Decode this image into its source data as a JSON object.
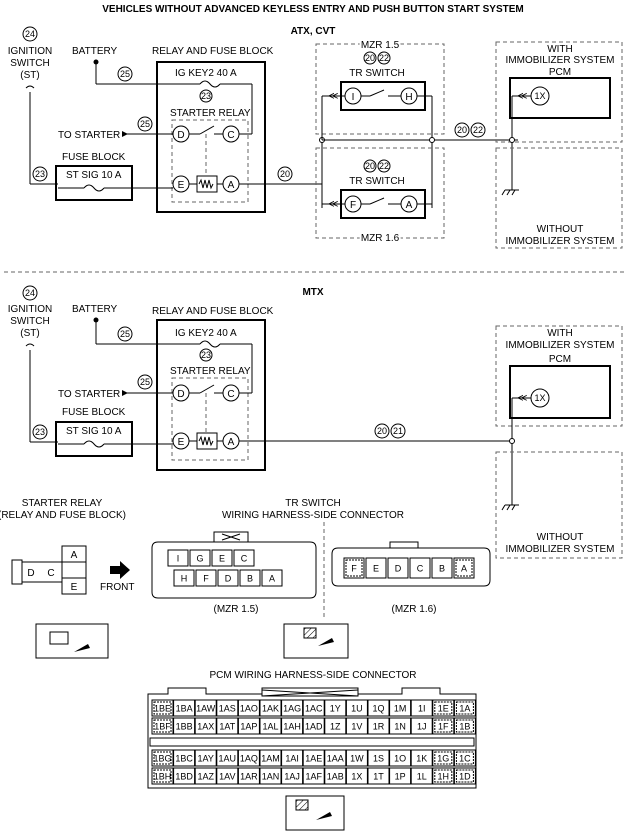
{
  "title": "VEHICLES WITHOUT ADVANCED KEYLESS ENTRY AND PUSH BUTTON START SYSTEM",
  "section_atx": "ATX, CVT",
  "section_mtx": "MTX",
  "labels": {
    "ignition_switch": [
      "IGNITION",
      "SWITCH",
      "(ST)"
    ],
    "battery": "BATTERY",
    "relay_fuse_block": "RELAY AND FUSE BLOCK",
    "ig_key2": "IG KEY2 40 A",
    "starter_relay": "STARTER RELAY",
    "to_starter": "TO STARTER",
    "fuse_block": "FUSE BLOCK",
    "st_sig": "ST SIG 10 A",
    "mzr15": "MZR 1.5",
    "mzr16": "MZR 1.6",
    "tr_switch": "TR SWITCH",
    "with_immob": [
      "WITH",
      "IMMOBILIZER SYSTEM"
    ],
    "pcm": "PCM",
    "without_immob": [
      "WITHOUT",
      "IMMOBILIZER SYSTEM"
    ]
  },
  "refs": {
    "r24": "24",
    "r25": "25",
    "r23": "23",
    "r20": "20",
    "r22": "22",
    "r21": "21"
  },
  "terminals": {
    "D": "D",
    "C": "C",
    "E": "E",
    "A": "A",
    "I": "I",
    "H": "H",
    "F": "F",
    "X1": "1X"
  },
  "connectors": {
    "starter_relay_title": [
      "STARTER RELAY",
      "(RELAY AND FUSE BLOCK)"
    ],
    "front": "FRONT",
    "relay_cells": [
      "D",
      "C",
      "A",
      "E"
    ],
    "tr_title": [
      "TR SWITCH",
      "WIRING HARNESS-SIDE CONNECTOR"
    ],
    "tr15_top": [
      "I",
      "G",
      "E",
      "C"
    ],
    "tr15_bottom": [
      "H",
      "F",
      "D",
      "B",
      "A"
    ],
    "tr16_row": [
      "F",
      "E",
      "D",
      "C",
      "B",
      "A"
    ],
    "tr15_caption": "(MZR 1.5)",
    "tr16_caption": "(MZR 1.6)",
    "pcm_title": "PCM WIRING HARNESS-SIDE CONNECTOR",
    "pcm_rows": [
      [
        "1BE",
        "1BA",
        "1AW",
        "1AS",
        "1AO",
        "1AK",
        "1AG",
        "1AC",
        "1Y",
        "1U",
        "1Q",
        "1M",
        "1I",
        "1E",
        "1A"
      ],
      [
        "1BF",
        "1BB",
        "1AX",
        "1AT",
        "1AP",
        "1AL",
        "1AH",
        "1AD",
        "1Z",
        "1V",
        "1R",
        "1N",
        "1J",
        "1F",
        "1B"
      ],
      [
        "1BG",
        "1BC",
        "1AY",
        "1AU",
        "1AQ",
        "1AM",
        "1AI",
        "1AE",
        "1AA",
        "1W",
        "1S",
        "1O",
        "1K",
        "1G",
        "1C"
      ],
      [
        "1BH",
        "1BD",
        "1AZ",
        "1AV",
        "1AR",
        "1AN",
        "1AJ",
        "1AF",
        "1AB",
        "1X",
        "1T",
        "1P",
        "1L",
        "1H",
        "1D"
      ]
    ]
  }
}
